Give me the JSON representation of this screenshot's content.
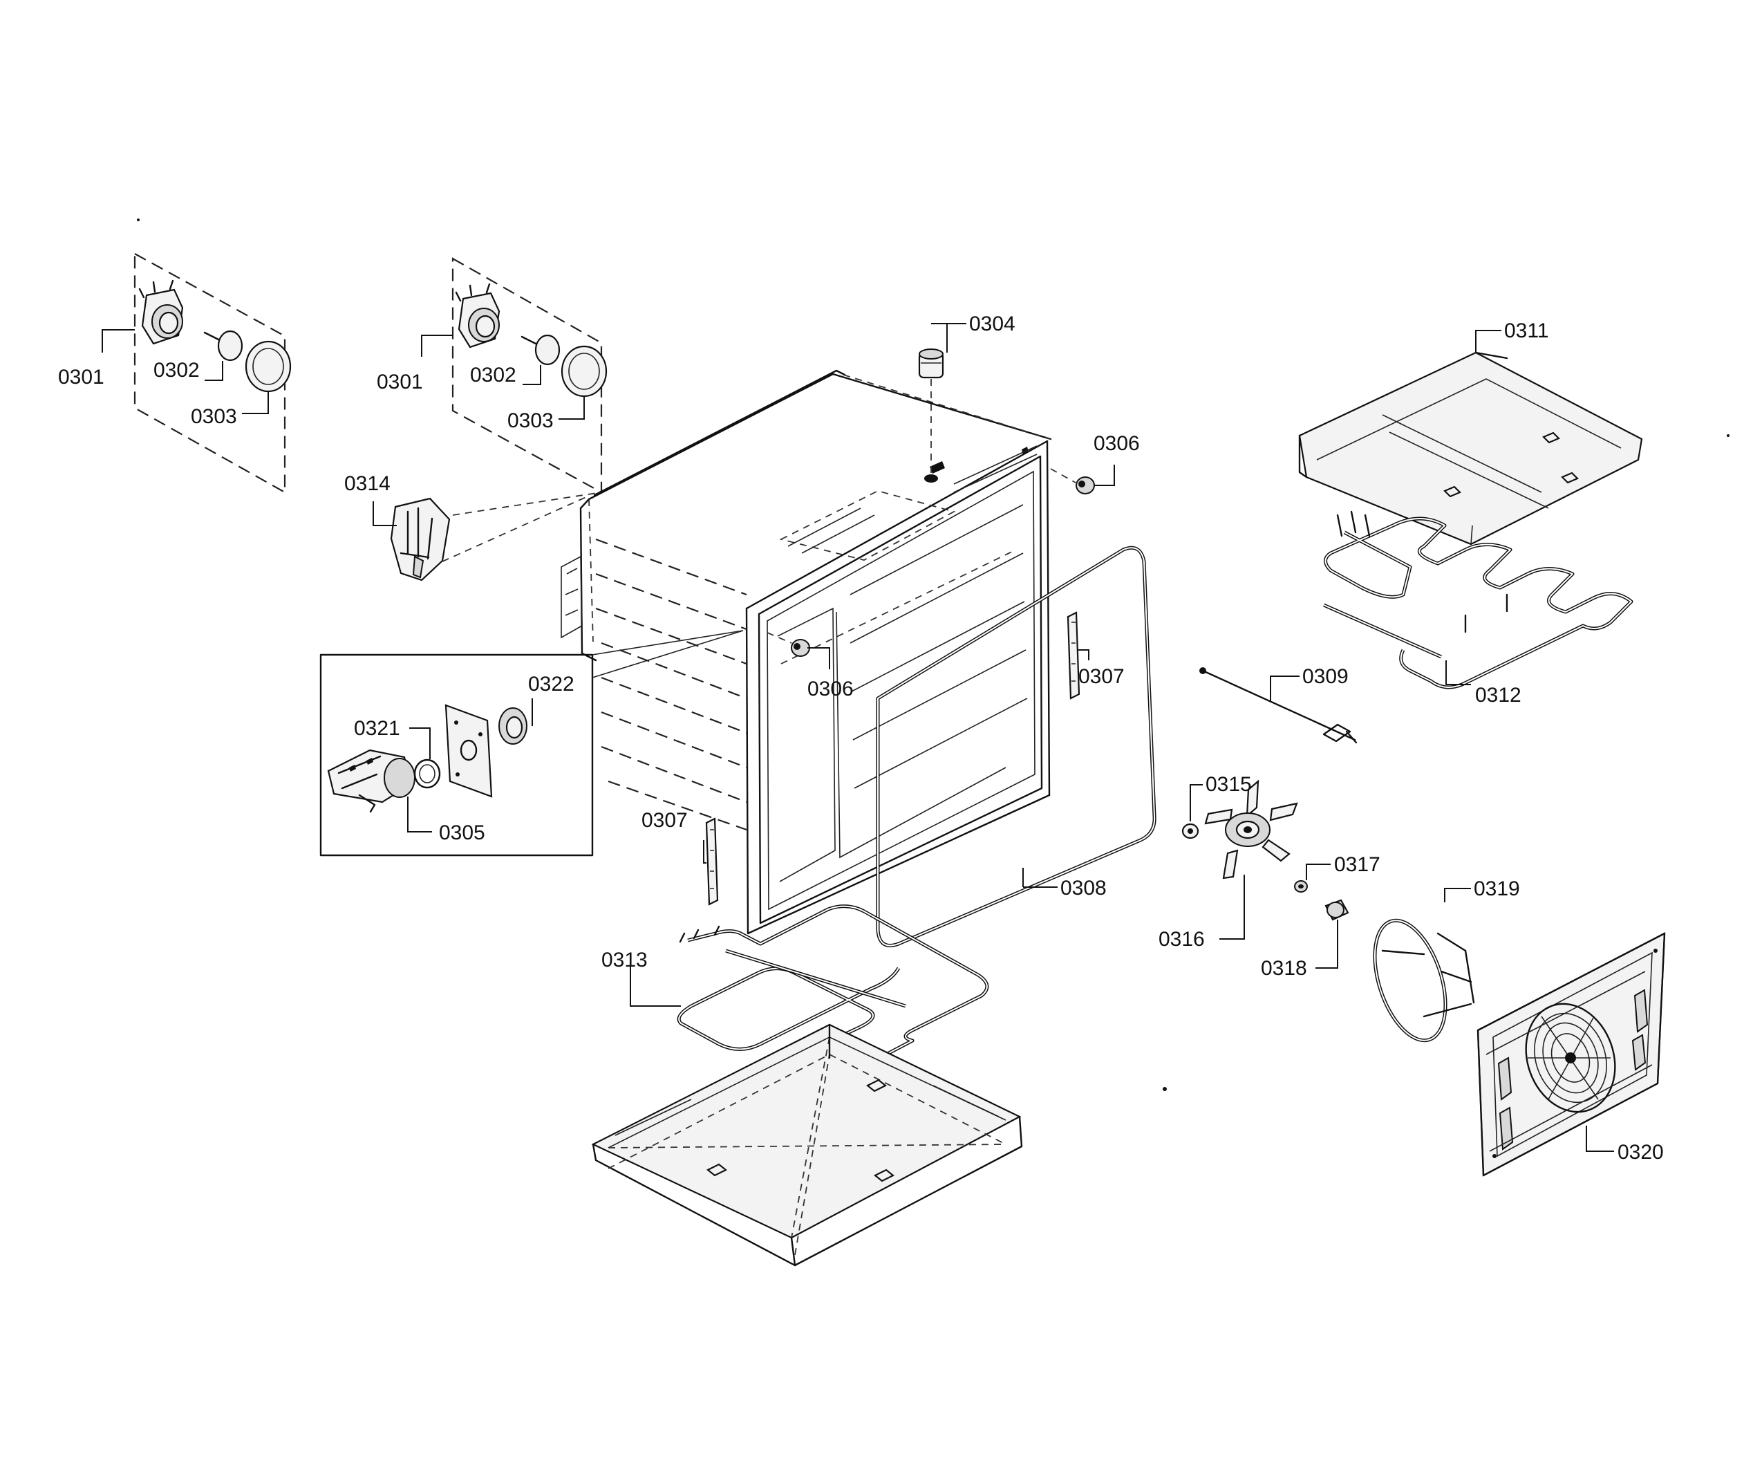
{
  "diagram": {
    "callouts": [
      {
        "id": "c-0301-a",
        "text": "0301"
      },
      {
        "id": "c-0302-a",
        "text": "0302"
      },
      {
        "id": "c-0303-a",
        "text": "0303"
      },
      {
        "id": "c-0301-b",
        "text": "0301"
      },
      {
        "id": "c-0302-b",
        "text": "0302"
      },
      {
        "id": "c-0303-b",
        "text": "0303"
      },
      {
        "id": "c-0304",
        "text": "0304"
      },
      {
        "id": "c-0306-a",
        "text": "0306"
      },
      {
        "id": "c-0311",
        "text": "0311"
      },
      {
        "id": "c-0314",
        "text": "0314"
      },
      {
        "id": "c-0312",
        "text": "0312"
      },
      {
        "id": "c-0307-a",
        "text": "0307"
      },
      {
        "id": "c-0306-b",
        "text": "0306"
      },
      {
        "id": "c-0322",
        "text": "0322"
      },
      {
        "id": "c-0309",
        "text": "0309"
      },
      {
        "id": "c-0321",
        "text": "0321"
      },
      {
        "id": "c-0305",
        "text": "0305"
      },
      {
        "id": "c-0315",
        "text": "0315"
      },
      {
        "id": "c-0307-b",
        "text": "0307"
      },
      {
        "id": "c-0308",
        "text": "0308"
      },
      {
        "id": "c-0317",
        "text": "0317"
      },
      {
        "id": "c-0319",
        "text": "0319"
      },
      {
        "id": "c-0316",
        "text": "0316"
      },
      {
        "id": "c-0313",
        "text": "0313"
      },
      {
        "id": "c-0318",
        "text": "0318"
      },
      {
        "id": "c-0320",
        "text": "0320"
      }
    ]
  }
}
